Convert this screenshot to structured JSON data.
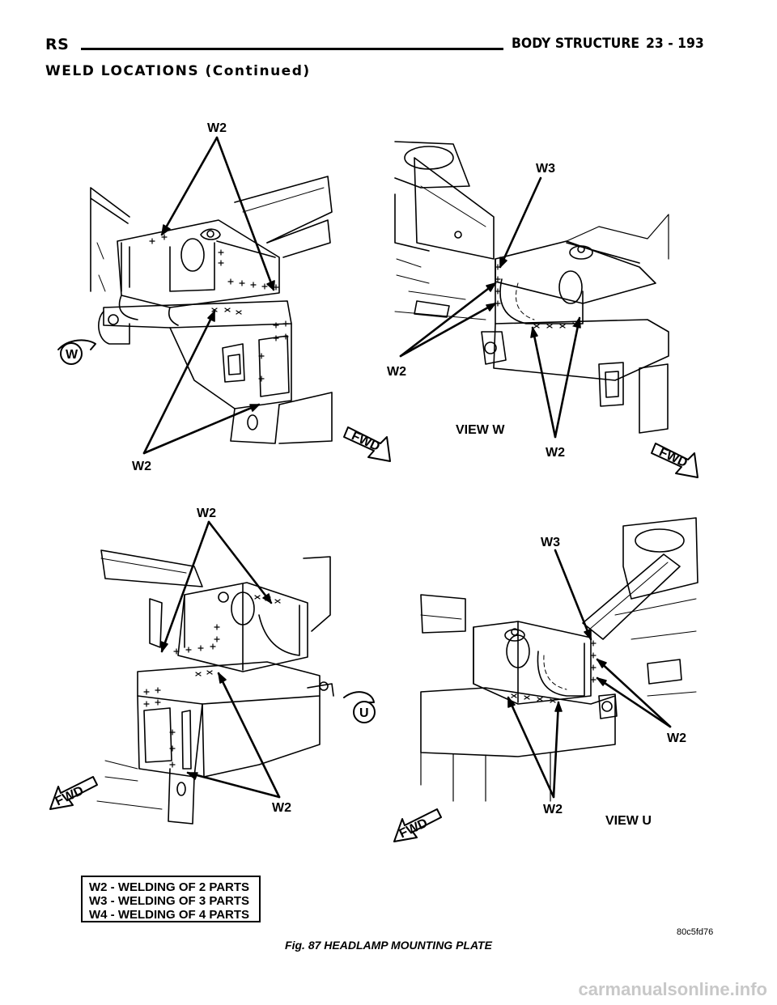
{
  "header": {
    "section_code": "RS",
    "section_title": "BODY STRUCTURE",
    "page_number": "23 - 193"
  },
  "subheading": "WELD LOCATIONS (Continued)",
  "figure": {
    "panel_top_left": {
      "labels": {
        "w2_top": "W2",
        "w2_bottom": "W2",
        "view_marker": "W",
        "fwd": "FWD"
      }
    },
    "panel_top_right": {
      "labels": {
        "w3": "W3",
        "w2_left": "W2",
        "w2_bottom": "W2",
        "view": "VIEW W",
        "fwd": "FWD"
      }
    },
    "panel_bottom_left": {
      "labels": {
        "w2_top": "W2",
        "w2_bottom": "W2",
        "view_marker": "U",
        "fwd": "FWD"
      }
    },
    "panel_bottom_right": {
      "labels": {
        "w3": "W3",
        "w2_right": "W2",
        "w2_bottom": "W2",
        "view": "VIEW U",
        "fwd": "FWD"
      }
    },
    "legend": [
      "W2 - WELDING OF 2 PARTS",
      "W3 - WELDING OF 3 PARTS",
      "W4 - WELDING OF 4 PARTS"
    ],
    "figure_id": "80c5fd76",
    "caption": "Fig. 87 HEADLAMP MOUNTING PLATE"
  },
  "watermark": "carmanualsonline.info"
}
